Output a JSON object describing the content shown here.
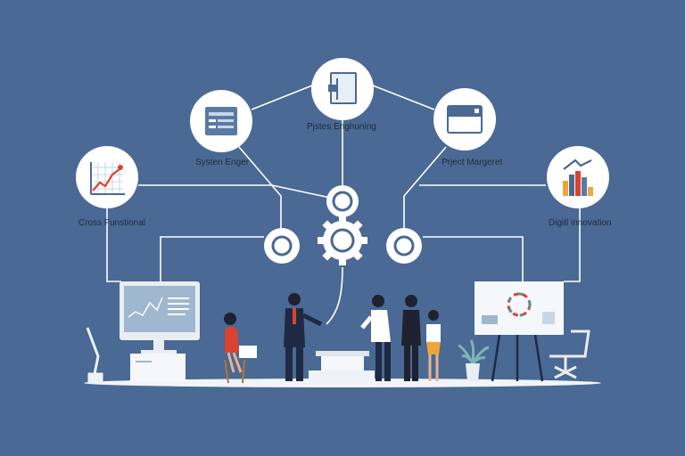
{
  "labels": {
    "top_center": "Pjstes Enghuning",
    "upper_left": "Systen Enger",
    "upper_right": "Prject Margeret",
    "mid_left": "Cross Funstional",
    "mid_right": "Digitl innovation"
  },
  "colors": {
    "background": "#4a6994",
    "node_fill": "#ffffff",
    "connector": "#ffffff",
    "accent_red": "#d9432f",
    "accent_orange": "#f0a53a",
    "accent_blue": "#4a6994",
    "monitor_screen": "#9fb7cf",
    "floor": "#f2f4f7"
  },
  "icons": {
    "top_center": "door-icon",
    "upper_left": "document-icon",
    "upper_right": "browser-window-icon",
    "mid_left": "line-chart-icon",
    "mid_right": "bar-chart-icon",
    "hub_left": "ring-icon",
    "hub_center": "gear-icon",
    "hub_right": "ring-icon"
  }
}
